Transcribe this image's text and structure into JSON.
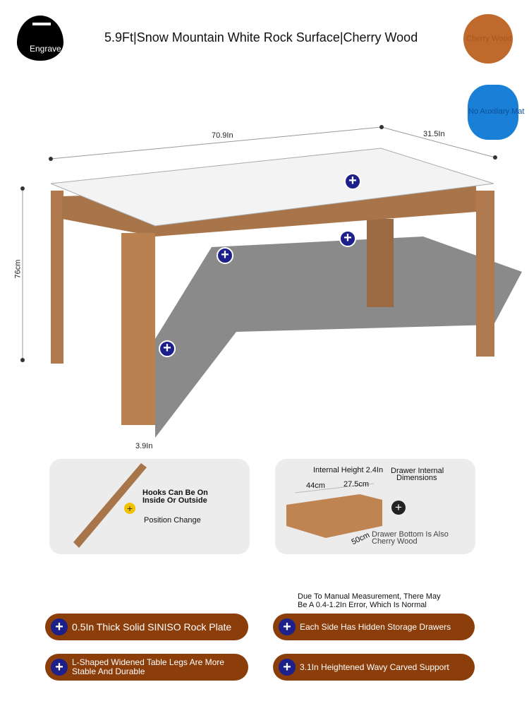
{
  "header": {
    "title": "5.9Ft|Snow Mountain White Rock Surface|Cherry Wood",
    "engrave_label": "Engrave",
    "color_option": "Cherry Wood",
    "mat_option": "No Auxiliary Mat"
  },
  "dimensions": {
    "length": "70.9In",
    "width": "31.5In",
    "height": "76cm",
    "leg": "3.9In"
  },
  "hooks_card": {
    "line1": "Hooks Can Be On",
    "line2": "Inside Or Outside",
    "line3": "Position Change"
  },
  "drawer_card": {
    "internal_height": "Internal Height 2.4In",
    "title1": "Drawer Internal",
    "title2": "Dimensions",
    "w": "44cm",
    "d": "27.5cm",
    "l": "50cm",
    "bottom1": "Drawer Bottom Is Also",
    "bottom2": "Cherry Wood"
  },
  "note": {
    "line1": "Due To Manual Measurement, There May",
    "line2": "Be A 0.4-1.2In Error, Which Is Normal"
  },
  "features": [
    {
      "label": "0.5In Thick Solid SINISO Rock Plate"
    },
    {
      "label": "Each Side Has Hidden Storage Drawers"
    },
    {
      "label": "L-Shaped Widened Table Legs Are More Stable And Durable"
    },
    {
      "label": "3.1In Heightened Wavy Carved Support"
    }
  ],
  "plus_symbol": "+"
}
